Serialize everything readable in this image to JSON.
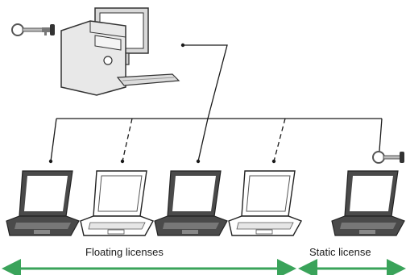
{
  "diagram": {
    "labels": {
      "floating": "Floating licenses",
      "static": "Static license"
    },
    "laptops": [
      {
        "id": "laptop-1",
        "connection": "solid",
        "shade": "dark"
      },
      {
        "id": "laptop-2",
        "connection": "dashed",
        "shade": "light"
      },
      {
        "id": "laptop-3",
        "connection": "solid",
        "shade": "dark"
      },
      {
        "id": "laptop-4",
        "connection": "dashed",
        "shade": "light"
      },
      {
        "id": "laptop-5",
        "connection": "solid",
        "shade": "dark"
      }
    ],
    "colors": {
      "arrow": "#3aa35a",
      "line": "#1a1a1a",
      "device_body": "#e6e6e6",
      "device_dark": "#4a4a4a",
      "screen": "#ffffff"
    },
    "icons": [
      "key-icon",
      "desktop-computer-icon",
      "laptop-icon",
      "double-arrow-icon"
    ]
  }
}
